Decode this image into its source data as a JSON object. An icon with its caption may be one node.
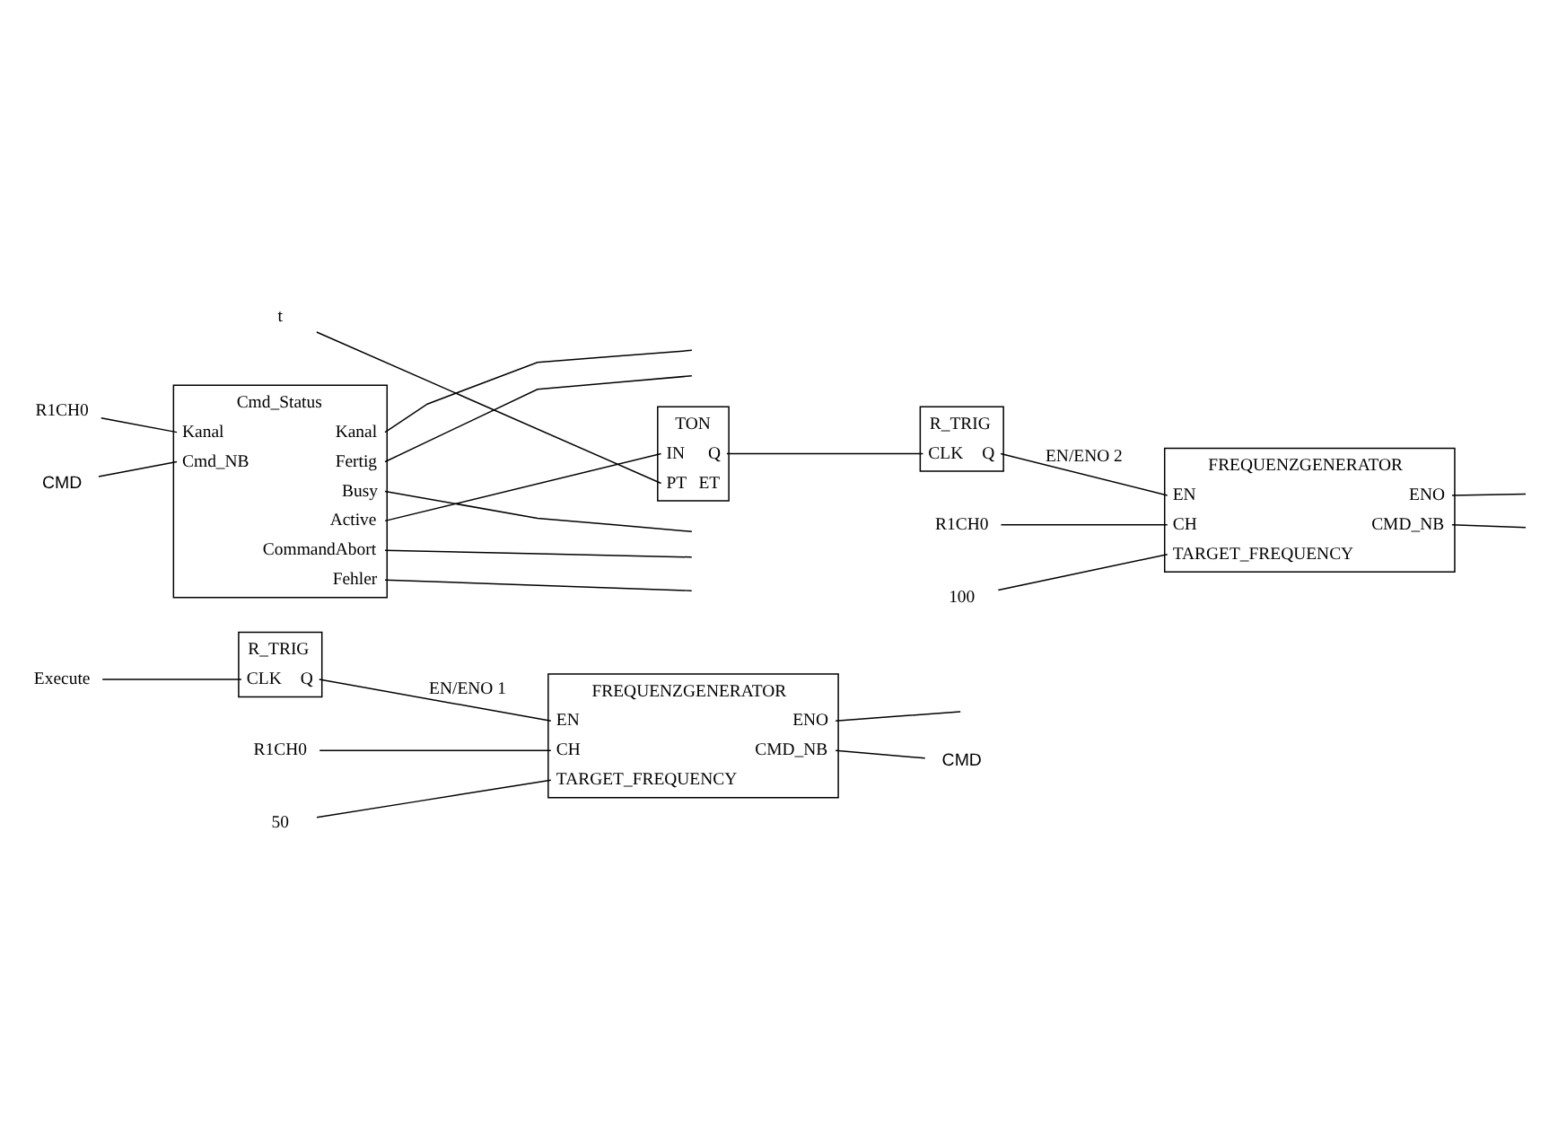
{
  "diagram": {
    "nodes": [
      {
        "text": [
          "R_TRIG",
          "CLK",
          "Q"
        ]
      },
      {
        "text": [
          "FREQUENZGENERATOR",
          "EN",
          "ENO",
          "CH",
          "CMD_NB",
          "TARGET_FREQUENCY"
        ]
      },
      {
        "text": [
          "Execute"
        ]
      },
      {
        "text": [
          "R1CH0"
        ]
      },
      {
        "text": [
          "50"
        ]
      },
      {
        "text": [
          "CMD"
        ]
      },
      {
        "text": [
          "Cmd_Status",
          "Kanal",
          "Kanal",
          "Cmd_NB",
          "Fertig",
          "Busy",
          "Active",
          "CommandAbort",
          "Fehler"
        ]
      },
      {
        "text": [
          "R1CH0"
        ]
      },
      {
        "text": [
          "CMD"
        ]
      },
      {
        "text": [
          "TON",
          "IN",
          "Q",
          "PT",
          "ET"
        ]
      },
      {
        "text": [
          "R_TRIG",
          "CLK",
          "Q"
        ]
      },
      {
        "text": [
          "FREQUENZGENERATOR",
          "EN",
          "ENO",
          "CH",
          "CMD_NB",
          "TARGET_FREQUENCY"
        ]
      },
      {
        "text": [
          "t"
        ]
      },
      {
        "text": [
          "R1CH0"
        ]
      },
      {
        "text": [
          "100"
        ]
      }
    ],
    "edges": [
      {
        "from": 2,
        "to": 0,
        "arrow": "none"
      },
      {
        "from": 0,
        "to": 1,
        "arrow": "none",
        "label": "EN/ENO 1"
      },
      {
        "from": 3,
        "to": 1,
        "arrow": "none"
      },
      {
        "from": 4,
        "to": 1,
        "arrow": "none"
      },
      {
        "from": 1,
        "to": null,
        "arrow": "none"
      },
      {
        "from": 1,
        "to": 5,
        "arrow": "none"
      },
      {
        "from": 7,
        "to": 6,
        "arrow": "none"
      },
      {
        "from": 8,
        "to": 6,
        "arrow": "none"
      },
      {
        "from": 6,
        "to": null,
        "arrow": "none"
      },
      {
        "from": 6,
        "to": null,
        "arrow": "none"
      },
      {
        "from": 6,
        "to": null,
        "arrow": "none"
      },
      {
        "from": 6,
        "to": 9,
        "arrow": "none"
      },
      {
        "from": 6,
        "to": null,
        "arrow": "none"
      },
      {
        "from": 6,
        "to": null,
        "arrow": "none"
      },
      {
        "from": 12,
        "to": 9,
        "arrow": "none"
      },
      {
        "from": 9,
        "to": 10,
        "arrow": "none"
      },
      {
        "from": 10,
        "to": 11,
        "arrow": "none",
        "label": "EN/ENO 2"
      },
      {
        "from": 13,
        "to": 11,
        "arrow": "none"
      },
      {
        "from": 14,
        "to": 11,
        "arrow": "none"
      },
      {
        "from": 11,
        "to": null,
        "arrow": "none"
      },
      {
        "from": 11,
        "to": null,
        "arrow": "none"
      }
    ]
  }
}
